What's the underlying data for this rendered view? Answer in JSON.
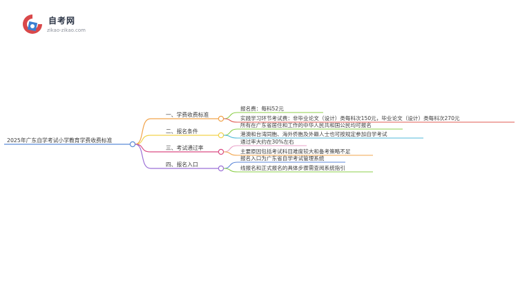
{
  "site": {
    "name": "自考网",
    "domain": "zikao-zikao.com"
  },
  "mindmap": {
    "root": "2025年广东自学考试小学教育学费收费标准",
    "branches": [
      {
        "label": "一、学费收费标准",
        "color": "#f2a44b",
        "leaves": [
          {
            "text": "报名费：每科52元",
            "color": "#8ccf4a"
          },
          {
            "text": "实践学习环节考试费：非毕业论文（设计）类每科次150元，毕业论文（设计）类每科次270元",
            "color": "#e05a52"
          }
        ]
      },
      {
        "label": "二、报名条件",
        "color": "#f2d24b",
        "leaves": [
          {
            "text": "所有在广东省居住和工作的中华人民共和国公民均可报名",
            "color": "#8ccf4a"
          },
          {
            "text": "港澳和台湾同胞、海外侨胞及外籍人士也可按规定参加自学考试",
            "color": "#4fb8d8"
          }
        ]
      },
      {
        "label": "三、考试通过率",
        "color": "#d94a82",
        "leaves": [
          {
            "text": "通过率大约在30%左右",
            "color": "#e8a0c8"
          },
          {
            "text": "主要原因包括考试科目难度较大和备考策略不足",
            "color": "#f2a44b"
          }
        ]
      },
      {
        "label": "四、报名入口",
        "color": "#9b6fd6",
        "leaves": [
          {
            "text": "报名入口为广东省自学考试管理系统",
            "color": "#5b86d8"
          },
          {
            "text": "线报名和正式报名的具体步骤需查阅系统指引",
            "color": "#8ccf4a"
          }
        ]
      }
    ]
  }
}
